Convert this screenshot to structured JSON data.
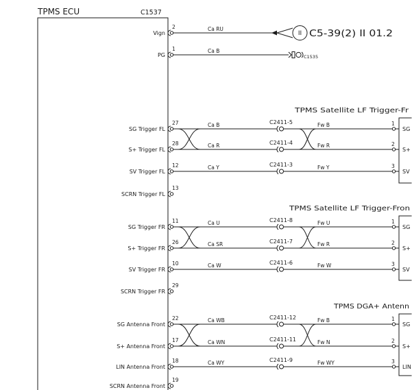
{
  "ecu": {
    "title": "TPMS ECU",
    "connector": "C1537"
  },
  "power": [
    {
      "pin": "2",
      "label": "Vign",
      "wire": "Ca RU",
      "ring": "II",
      "dest": "C5-39(2) II 01.2"
    },
    {
      "pin": "1",
      "label": "PG",
      "wire": "Ca B",
      "dest": "C1535"
    }
  ],
  "sections": [
    {
      "title": "TPMS Satellite LF Trigger-Fr",
      "rows": [
        {
          "pin": "27",
          "label": "SG Trigger FL",
          "wire": "Ca B",
          "connector": "C2411-5",
          "wire2": "Fw B",
          "dest_pin": "1",
          "dest_label": "SG"
        },
        {
          "pin": "28",
          "label": "S+ Trigger FL",
          "wire": "Ca R",
          "connector": "C2411-4",
          "wire2": "Fw R",
          "dest_pin": "2",
          "dest_label": "S+"
        },
        {
          "pin": "12",
          "label": "SV Trigger FL",
          "wire": "Ca Y",
          "connector": "C2411-3",
          "wire2": "Fw Y",
          "dest_pin": "3",
          "dest_label": "SV"
        }
      ],
      "screen": {
        "pin": "13",
        "label": "SCRN Trigger FL"
      }
    },
    {
      "title": "TPMS Satellite LF Trigger-Fron",
      "rows": [
        {
          "pin": "11",
          "label": "SG Trigger FR",
          "wire": "Ca U",
          "connector": "C2411-8",
          "wire2": "Fw U",
          "dest_pin": "1",
          "dest_label": "SG"
        },
        {
          "pin": "26",
          "label": "S+ Trigger FR",
          "wire": "Ca SR",
          "connector": "C2411-7",
          "wire2": "Fw R",
          "dest_pin": "2",
          "dest_label": "S+"
        },
        {
          "pin": "10",
          "label": "SV Trigger FR",
          "wire": "Ca W",
          "connector": "C2411-6",
          "wire2": "Fw W",
          "dest_pin": "3",
          "dest_label": "SV"
        }
      ],
      "screen": {
        "pin": "29",
        "label": "SCRN Trigger FR"
      }
    },
    {
      "title": "TPMS DGA+ Antenn",
      "rows": [
        {
          "pin": "22",
          "label": "SG Antenna Front",
          "wire": "Ca WB",
          "connector": "C2411-12",
          "wire2": "Fw B",
          "dest_pin": "1",
          "dest_label": "SG"
        },
        {
          "pin": "17",
          "label": "S+ Antenna Front",
          "wire": "Ca WN",
          "connector": "C2411-11",
          "wire2": "Fw N",
          "dest_pin": "2",
          "dest_label": "S+"
        },
        {
          "pin": "18",
          "label": "LIN Antenna Front",
          "wire": "Ca WY",
          "connector": "C2411-9",
          "wire2": "Fw WY",
          "dest_pin": "3",
          "dest_label": "LIN"
        }
      ],
      "screen": {
        "pin": "19",
        "label": "SCRN Antenna Front"
      }
    }
  ]
}
